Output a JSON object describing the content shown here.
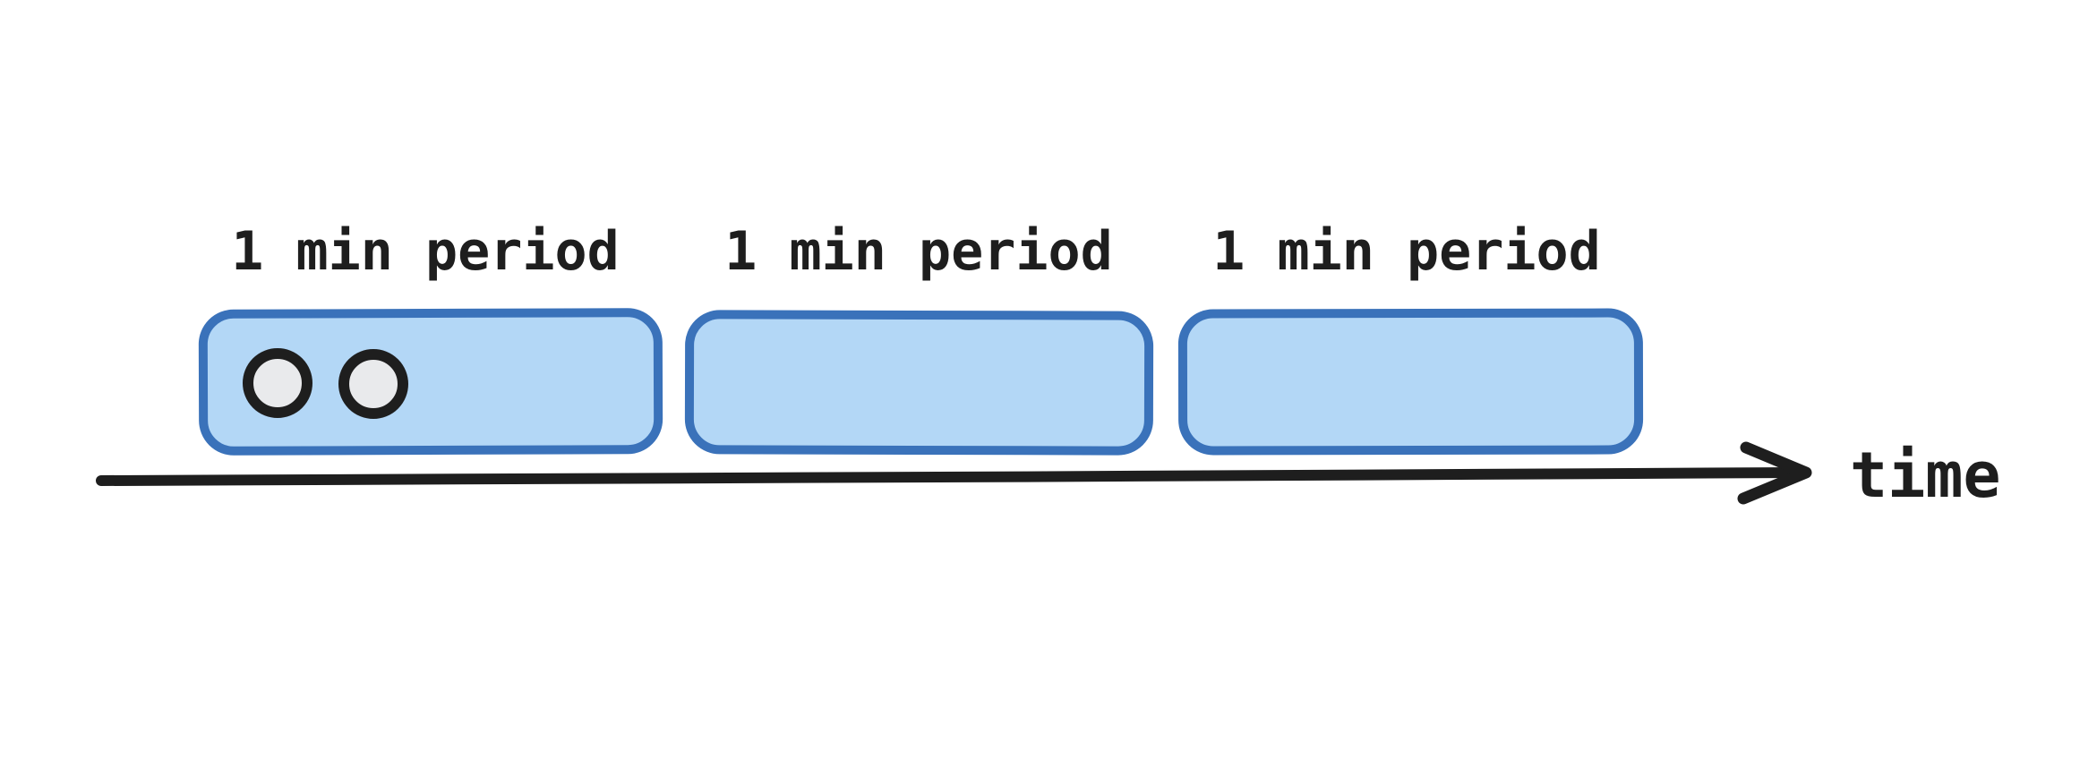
{
  "diagram": {
    "kind": "fixed-window-rate-limit-timeline",
    "style": "hand-drawn"
  },
  "colors": {
    "background": "#ffffff",
    "ink": "#1e1e1e",
    "box_stroke": "#3a72ba",
    "box_fill": "#b3d7f6",
    "request_fill": "#e9eaec",
    "request_stroke": "#1e1e1e"
  },
  "periods": [
    {
      "label": "1 min period",
      "request_count": 2
    },
    {
      "label": "1 min period",
      "request_count": 0
    },
    {
      "label": "1 min period",
      "request_count": 0
    }
  ],
  "axis": {
    "label": "time"
  }
}
